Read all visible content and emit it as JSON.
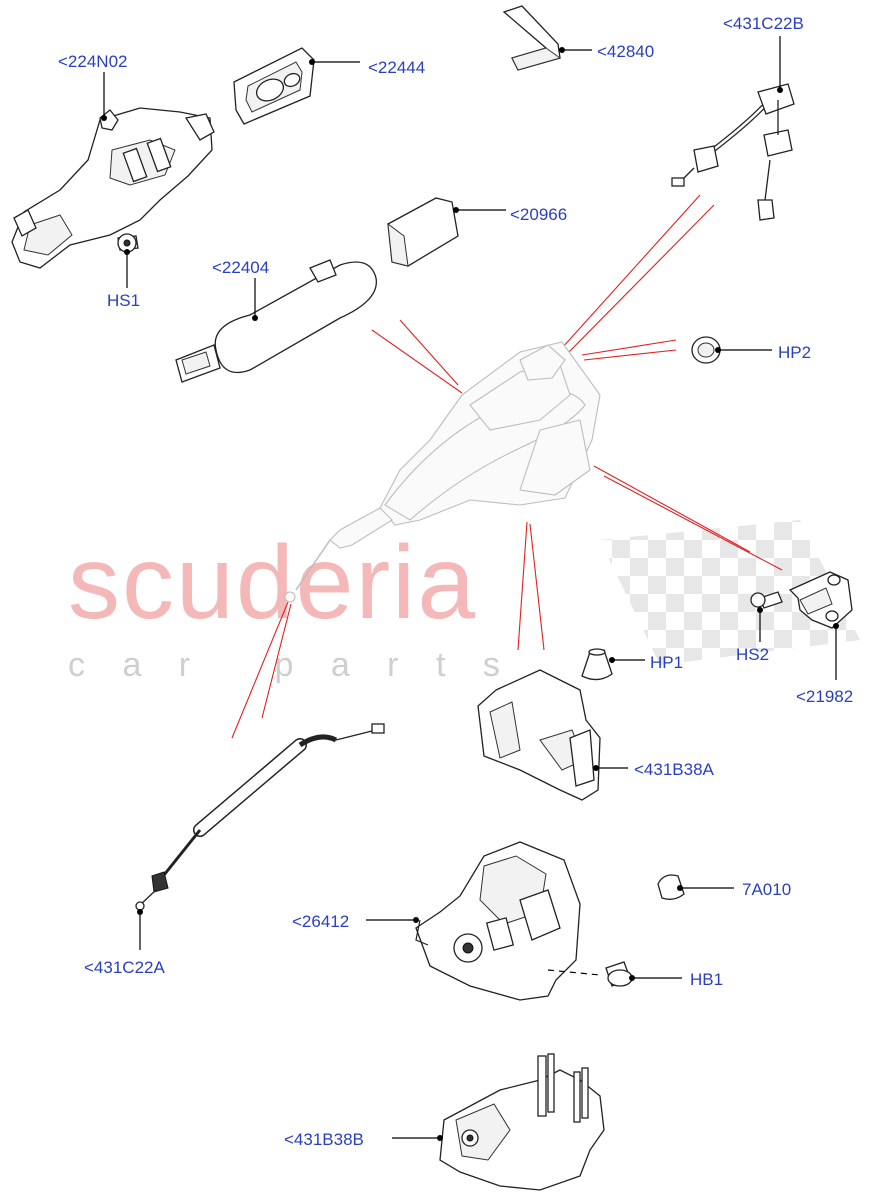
{
  "watermark": {
    "line1": "scuderia",
    "line2": "c a r   p a r t s"
  },
  "colors": {
    "callout_text": "#2a3fbf",
    "leader": "#000000",
    "assembly_line": "#e02020",
    "watermark": "#f4b8b8",
    "watermark_sub": "#cfcfcf",
    "checker": "#d4d4d4"
  },
  "callouts": [
    {
      "id": "224N02",
      "label": "<224N02"
    },
    {
      "id": "22444",
      "label": "<22444"
    },
    {
      "id": "42840",
      "label": "<42840"
    },
    {
      "id": "431C22B",
      "label": "<431C22B"
    },
    {
      "id": "20966",
      "label": "<20966"
    },
    {
      "id": "HS1",
      "label": "HS1"
    },
    {
      "id": "22404",
      "label": "<22404"
    },
    {
      "id": "HP2",
      "label": "HP2"
    },
    {
      "id": "HS2",
      "label": "HS2"
    },
    {
      "id": "21982",
      "label": "<21982"
    },
    {
      "id": "HP1",
      "label": "HP1"
    },
    {
      "id": "431B38A",
      "label": "<431B38A"
    },
    {
      "id": "431C22A",
      "label": "<431C22A"
    },
    {
      "id": "7A010",
      "label": "7A010"
    },
    {
      "id": "26412",
      "label": "<26412"
    },
    {
      "id": "HB1",
      "label": "HB1"
    },
    {
      "id": "431B38B",
      "label": "<431B38B"
    }
  ]
}
